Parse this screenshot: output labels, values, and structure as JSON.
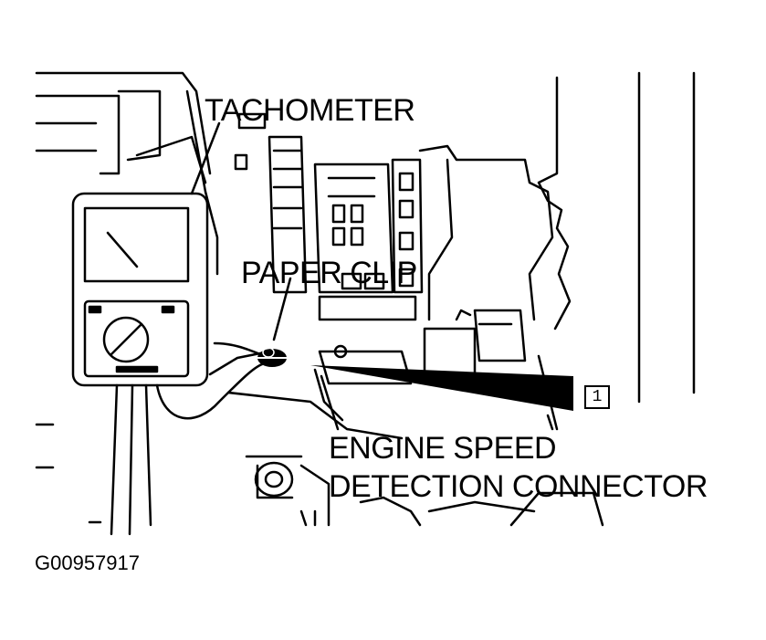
{
  "figure": {
    "labels": {
      "tachometer": "TACHOMETER",
      "paper_clip": "PAPER CLIP",
      "engine_speed_line1": "ENGINE SPEED",
      "engine_speed_line2": "DETECTION CONNECTOR",
      "callout_number": "1",
      "figure_code": "G00957917"
    }
  }
}
